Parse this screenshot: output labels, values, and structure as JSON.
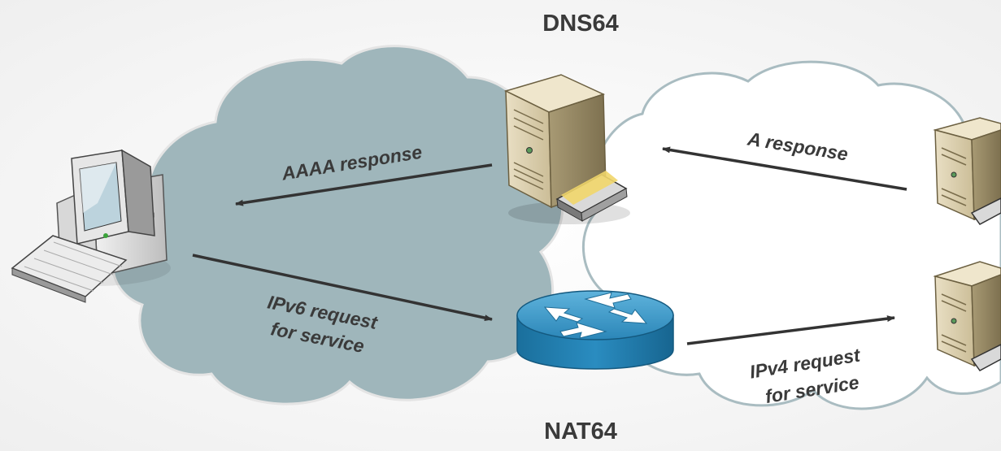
{
  "labels": {
    "dns64": "DNS64",
    "nat64": "NAT64",
    "aaaa_response": "AAAA response",
    "a_response": "A response",
    "ipv6_request_line1": "IPv6 request",
    "ipv6_request_line2": "for service",
    "ipv4_request_line1": "IPv4 request",
    "ipv4_request_line2": "for service"
  },
  "colors": {
    "ipv6_cloud": "#9fb6bb",
    "ipv4_cloud": "#ffffff",
    "router": "#1e7fb0",
    "arrow": "#333333",
    "text": "#3a3a3a"
  },
  "icons": [
    "client-computer-icon",
    "dns64-server-icon",
    "nat64-router-icon",
    "ipv4-dns-server-icon",
    "ipv4-service-server-icon"
  ]
}
